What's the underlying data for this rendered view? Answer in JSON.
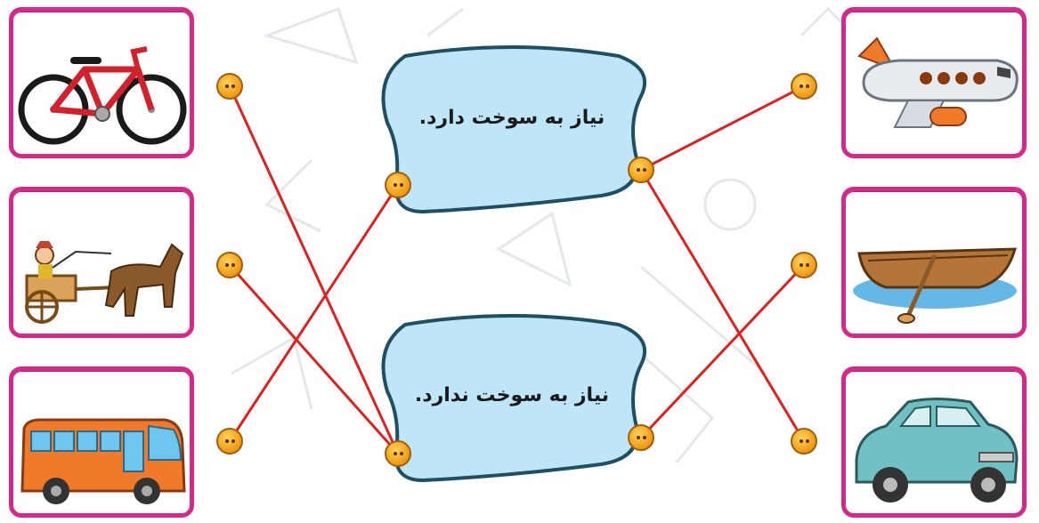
{
  "categories": {
    "needs_fuel": "نیاز به سوخت دارد.",
    "no_fuel": "نیاز به سوخت ندارد."
  },
  "left_items": [
    "bicycle",
    "horse-cart",
    "bus"
  ],
  "right_items": [
    "airplane",
    "rowboat",
    "car"
  ],
  "colors": {
    "card_border": "#d6288a",
    "line": "#e0201d",
    "cloud_fill": "#bfe6f8",
    "cloud_border": "#1f4f63",
    "dot": "#f3a21c"
  },
  "connections": [
    {
      "from": "bicycle",
      "to": "no_fuel"
    },
    {
      "from": "horse-cart",
      "to": "no_fuel"
    },
    {
      "from": "bus",
      "to": "needs_fuel"
    },
    {
      "from": "airplane",
      "to": "needs_fuel"
    },
    {
      "from": "rowboat",
      "to": "no_fuel"
    },
    {
      "from": "car",
      "to": "needs_fuel"
    }
  ]
}
